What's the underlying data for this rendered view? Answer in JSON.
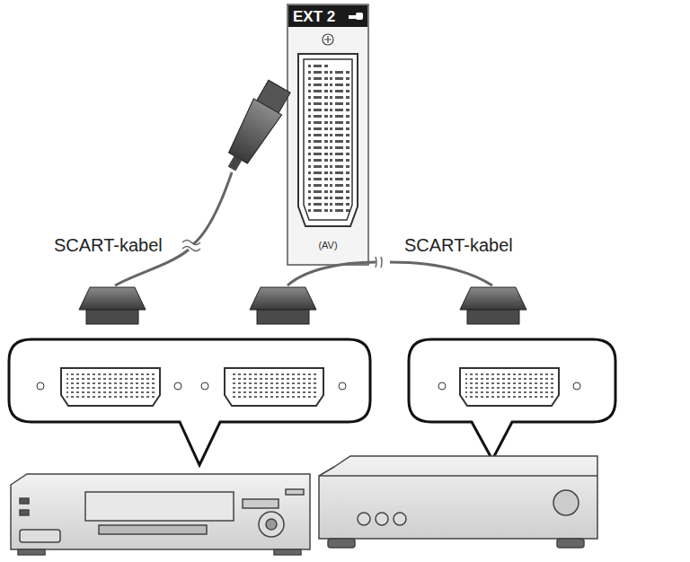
{
  "diagram": {
    "nodes": [
      {
        "text": [
          "EXT 2",
          "(AV)"
        ]
      }
    ],
    "labels": [
      "SCART-kabel",
      "SCART-kabel"
    ]
  }
}
